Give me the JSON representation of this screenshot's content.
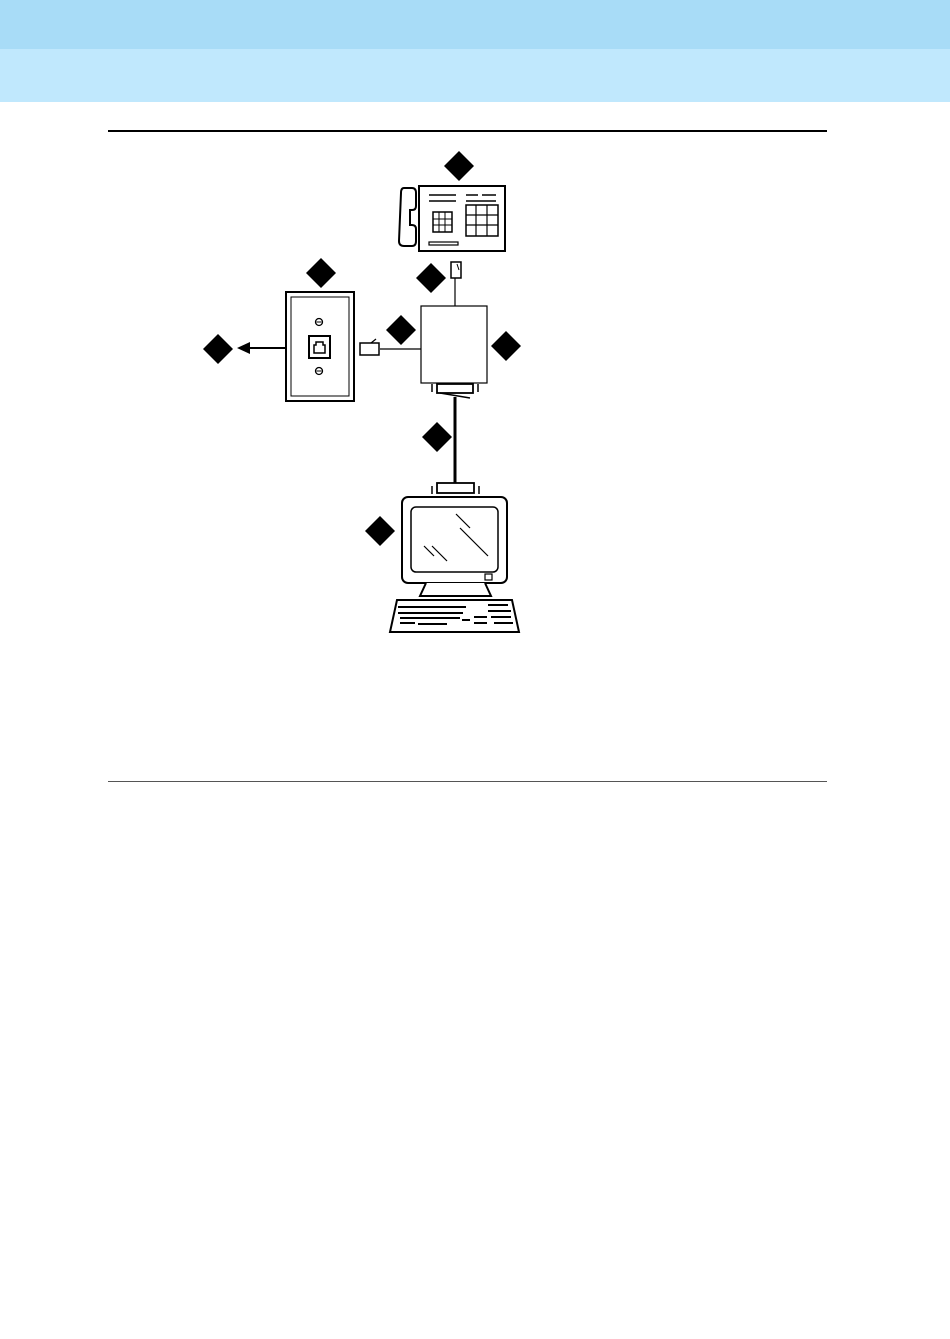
{
  "header": {
    "band_top_color": "#a8dcf7",
    "band_bottom_color": "#c0e8fd"
  },
  "figure": {
    "callout_color": "#000000",
    "callouts": [
      {
        "id": "telephone",
        "label": ""
      },
      {
        "id": "wall-jack",
        "label": ""
      },
      {
        "id": "phone-cord-plug",
        "label": ""
      },
      {
        "id": "line-cord-plug",
        "label": ""
      },
      {
        "id": "adapter",
        "label": ""
      },
      {
        "id": "outside-line",
        "label": ""
      },
      {
        "id": "data-cable",
        "label": ""
      },
      {
        "id": "terminal",
        "label": ""
      }
    ]
  }
}
